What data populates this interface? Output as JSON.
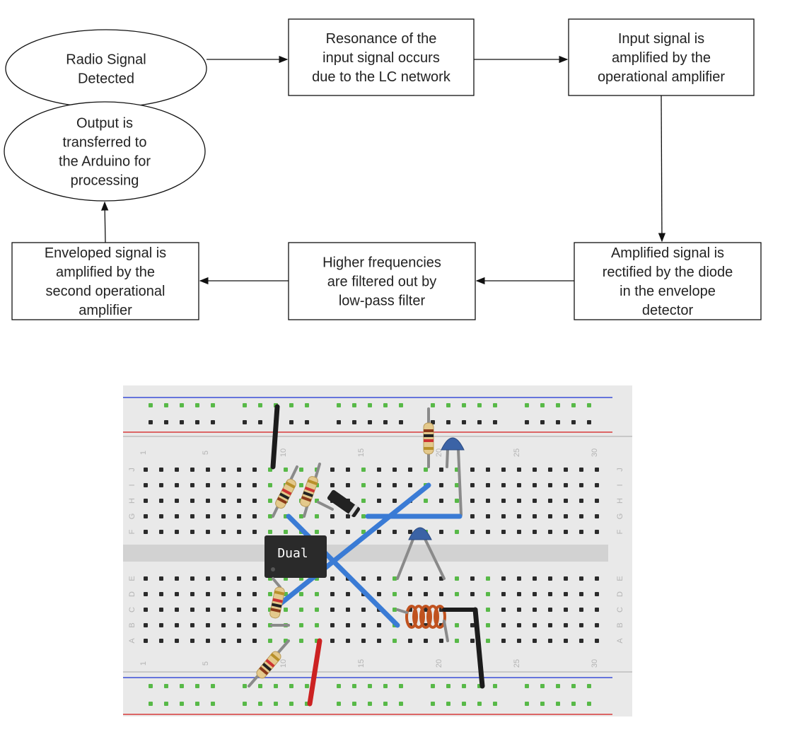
{
  "flowchart": {
    "nodes": [
      {
        "id": "radio",
        "shape": "ellipse",
        "lines": [
          "Radio Signal",
          "Detected"
        ]
      },
      {
        "id": "resonance",
        "shape": "rect",
        "lines": [
          "Resonance of the",
          "input signal occurs",
          "due to the LC network"
        ]
      },
      {
        "id": "amplified1",
        "shape": "rect",
        "lines": [
          "Input signal is",
          "amplified by the",
          "operational amplifier"
        ]
      },
      {
        "id": "rectified",
        "shape": "rect",
        "lines": [
          "Amplified signal is",
          "rectified by the diode",
          "in the envelope",
          "detector"
        ]
      },
      {
        "id": "lowpass",
        "shape": "rect",
        "lines": [
          "Higher frequencies",
          "are filtered out by",
          "low-pass filter"
        ]
      },
      {
        "id": "amplified2",
        "shape": "rect",
        "lines": [
          "Enveloped signal is",
          "amplified by the",
          "second operational",
          "amplifier"
        ]
      },
      {
        "id": "output",
        "shape": "ellipse",
        "lines": [
          "Output is",
          "transferred to",
          "the Arduino for",
          "processing"
        ]
      }
    ],
    "edges": [
      [
        "radio",
        "resonance"
      ],
      [
        "resonance",
        "amplified1"
      ],
      [
        "amplified1",
        "rectified"
      ],
      [
        "rectified",
        "lowpass"
      ],
      [
        "lowpass",
        "amplified2"
      ],
      [
        "amplified2",
        "output"
      ]
    ]
  },
  "breadboard": {
    "chip_label": "Dual",
    "column_numbers": [
      "1",
      "5",
      "10",
      "15",
      "20",
      "25",
      "30"
    ],
    "row_letters_top": [
      "J",
      "I",
      "H",
      "G",
      "F"
    ],
    "row_letters_bottom": [
      "E",
      "D",
      "C",
      "B",
      "A"
    ],
    "colors": {
      "board": "#e9e9e9",
      "rail_blue": "#3a4fd8",
      "rail_red": "#d83a3a",
      "hole": "#2b2b2b",
      "hole_active": "#58b948",
      "wire_blue": "#3a7bd5",
      "wire_black": "#1c1c1c",
      "wire_red": "#cc2222",
      "capacitor": "#3b63a6",
      "inductor": "#c0521f",
      "resistor_body": "#e4c98c"
    }
  }
}
